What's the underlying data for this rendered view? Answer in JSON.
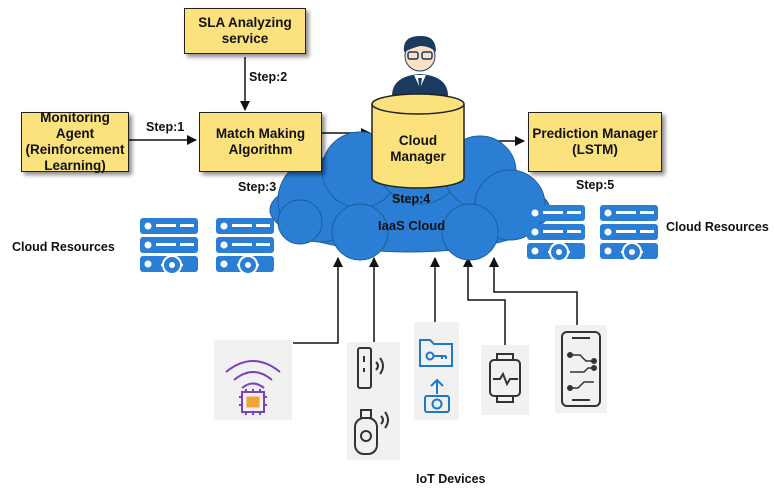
{
  "nodes": {
    "sla": "SLA Analyzing\nservice",
    "monitor": "Monitoring Agent\n(Reinforcement\nLearning)",
    "match": "Match Making\nAlgorithm",
    "cloud_manager": "Cloud\nManager",
    "prediction": "Prediction Manager\n(LSTM)",
    "iaas": "IaaS Cloud"
  },
  "steps": {
    "step1": "Step:1",
    "step2": "Step:2",
    "step3": "Step:3",
    "step4": "Step:4",
    "step5": "Step:5"
  },
  "labels": {
    "cloud_resources_left": "Cloud Resources",
    "cloud_resources_right": "Cloud Resources",
    "iot_devices": "IoT Devices"
  },
  "colors": {
    "box_fill": "#fce27d",
    "cloud_fill": "#2a7fd4",
    "server_fill": "#2a7fd4",
    "db_fill": "#fce27d"
  },
  "icons": [
    "user-icon",
    "database-icon",
    "server-icon",
    "chip-wifi-icon",
    "router-icon",
    "usb-icon",
    "folder-key-icon",
    "camera-upload-icon",
    "smartwatch-icon",
    "smartphone-circuit-icon"
  ]
}
